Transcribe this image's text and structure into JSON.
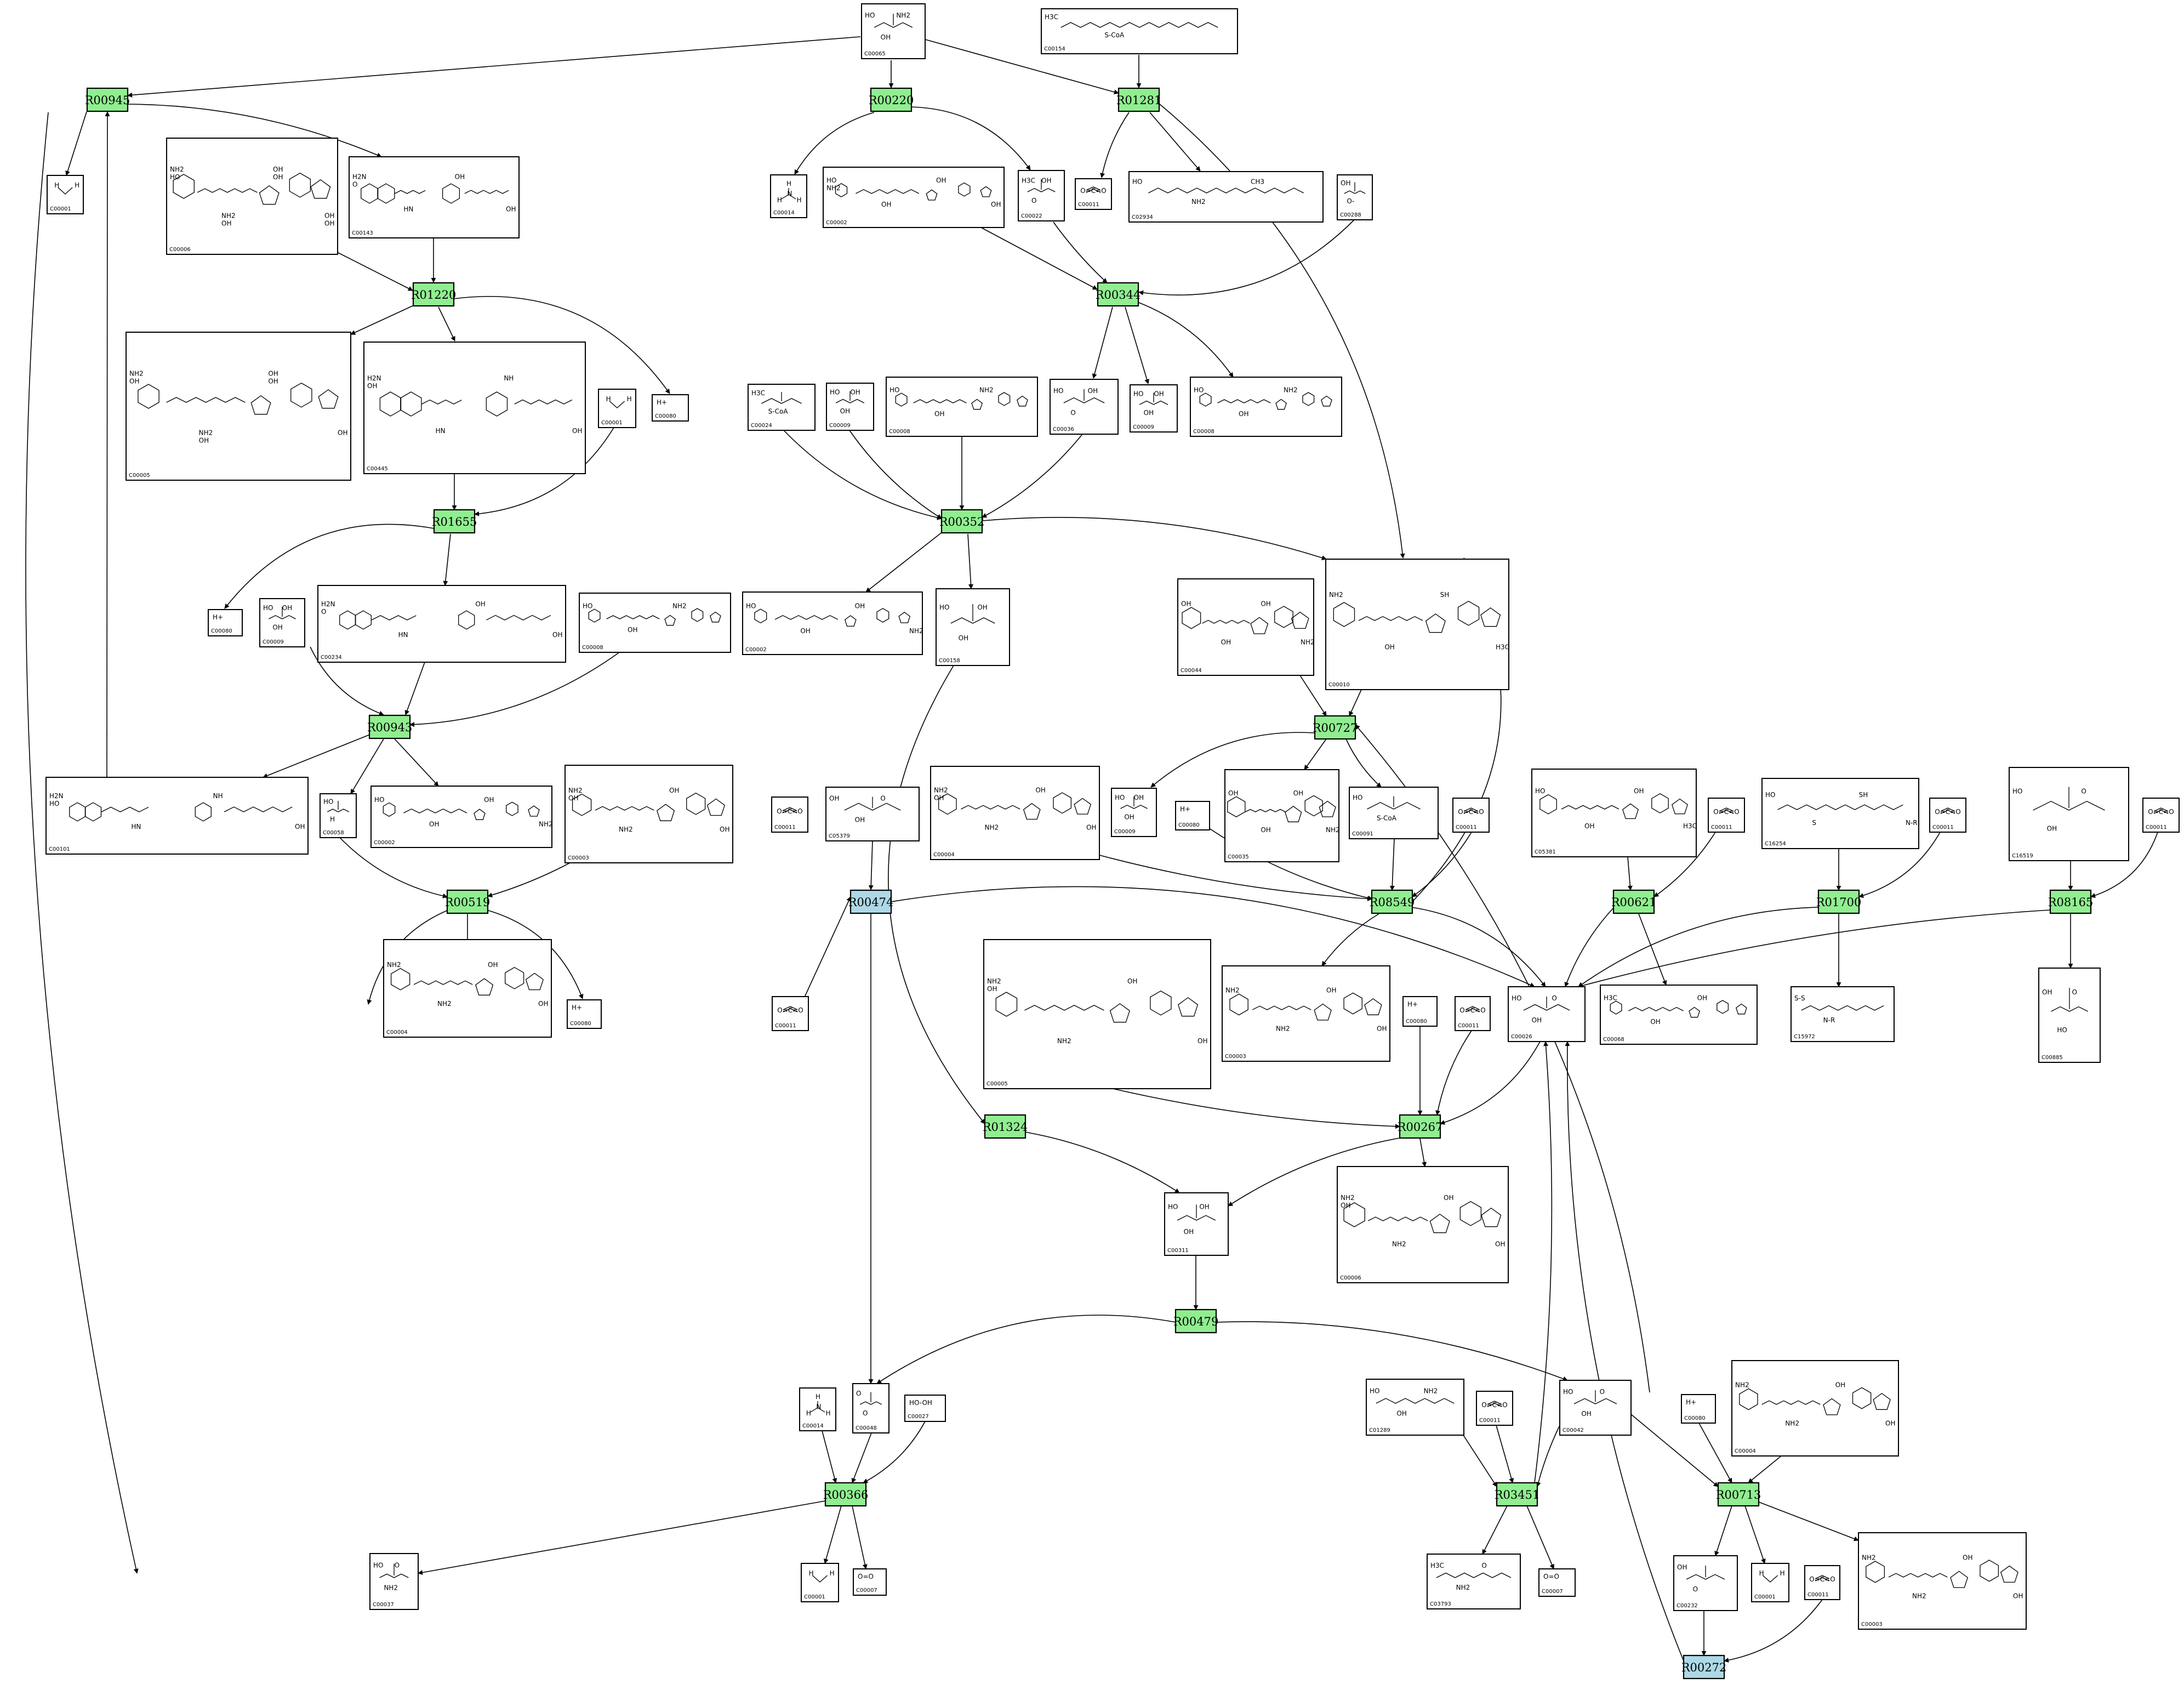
{
  "colors": {
    "reaction": "#90ee90",
    "reaction_alt": "#add8e6",
    "border": "#000000",
    "background": "#ffffff"
  },
  "reactions": [
    {
      "id": "R00945",
      "alt": false
    },
    {
      "id": "R00220",
      "alt": false
    },
    {
      "id": "R01281",
      "alt": false
    },
    {
      "id": "R01220",
      "alt": false
    },
    {
      "id": "R00344",
      "alt": false
    },
    {
      "id": "R01655",
      "alt": false
    },
    {
      "id": "R00352",
      "alt": false
    },
    {
      "id": "R00943",
      "alt": false
    },
    {
      "id": "R00727",
      "alt": false
    },
    {
      "id": "R00519",
      "alt": false
    },
    {
      "id": "R00474",
      "alt": true
    },
    {
      "id": "R08549",
      "alt": false
    },
    {
      "id": "R00621",
      "alt": false
    },
    {
      "id": "R01700",
      "alt": false
    },
    {
      "id": "R08165",
      "alt": false
    },
    {
      "id": "R01324",
      "alt": false
    },
    {
      "id": "R00267",
      "alt": false
    },
    {
      "id": "R00479",
      "alt": false
    },
    {
      "id": "R00366",
      "alt": false
    },
    {
      "id": "R03451",
      "alt": false
    },
    {
      "id": "R00713",
      "alt": false
    },
    {
      "id": "R00272",
      "alt": true
    }
  ],
  "compounds": [
    {
      "key": "c_serine",
      "id": "C00065",
      "text": [
        "HO",
        "OH",
        "NH2"
      ]
    },
    {
      "key": "c_palm",
      "id": "C00154",
      "text": [
        "H3C",
        "S-CoA"
      ]
    },
    {
      "key": "c_water1",
      "id": "C00001",
      "text": [
        "H",
        "H"
      ]
    },
    {
      "key": "c_nadp1",
      "id": "C00006",
      "text": [
        "NH2",
        "NH2",
        "OH",
        "OH",
        "HO",
        "OH",
        "OH",
        "OH"
      ]
    },
    {
      "key": "c_thf_top",
      "id": "C00143",
      "text": [
        "H2N",
        "HN",
        "OH",
        "OH",
        "O"
      ]
    },
    {
      "key": "c_nh3_1",
      "id": "C00014",
      "text": [
        "H",
        "N",
        "H",
        "H"
      ]
    },
    {
      "key": "c_atp1",
      "id": "C00002",
      "text": [
        "HO",
        "OH",
        "OH",
        "OH",
        "NH2"
      ]
    },
    {
      "key": "c_pyr1",
      "id": "C00022",
      "text": [
        "H3C",
        "O",
        "OH"
      ]
    },
    {
      "key": "c_co2_1",
      "id": "C00011",
      "text": [
        "O=C=O"
      ]
    },
    {
      "key": "c_kds",
      "id": "C02934",
      "text": [
        "HO",
        "NH2",
        "CH3"
      ]
    },
    {
      "key": "c_hco3",
      "id": "C00288",
      "text": [
        "OH",
        "O-"
      ]
    },
    {
      "key": "c_nad1",
      "id": "C00005",
      "text": [
        "NH2",
        "NH2",
        "OH",
        "OH",
        "OH",
        "OH",
        "OH"
      ]
    },
    {
      "key": "c_mthf",
      "id": "C00445",
      "text": [
        "H2N",
        "HN",
        "NH",
        "OH",
        "OH"
      ]
    },
    {
      "key": "c_water2",
      "id": "C00001",
      "text": [
        "H",
        "H"
      ]
    },
    {
      "key": "c_h1",
      "id": "C00080",
      "text": [
        "H+"
      ]
    },
    {
      "key": "c_acetylcoa",
      "id": "C00024",
      "text": [
        "H3C",
        "S-CoA"
      ]
    },
    {
      "key": "c_pi1",
      "id": "C00009",
      "text": [
        "HO",
        "OH",
        "OH"
      ]
    },
    {
      "key": "c_adp1",
      "id": "C00008",
      "text": [
        "HO",
        "OH",
        "NH2"
      ]
    },
    {
      "key": "c_oaa1",
      "id": "C00036",
      "text": [
        "HO",
        "O",
        "OH"
      ]
    },
    {
      "key": "c_pi2",
      "id": "C00009",
      "text": [
        "HO",
        "OH",
        "OH"
      ]
    },
    {
      "key": "c_adp2",
      "id": "C00008",
      "text": [
        "HO",
        "OH",
        "NH2"
      ]
    },
    {
      "key": "c_h2",
      "id": "C00080",
      "text": [
        "H+"
      ]
    },
    {
      "key": "c_pi3",
      "id": "C00009",
      "text": [
        "HO",
        "OH",
        "OH"
      ]
    },
    {
      "key": "c_fthf",
      "id": "C00234",
      "text": [
        "H2N",
        "HN",
        "OH",
        "OH",
        "O"
      ]
    },
    {
      "key": "c_adp3",
      "id": "C00008",
      "text": [
        "HO",
        "OH",
        "NH2"
      ]
    },
    {
      "key": "c_atp2",
      "id": "C00002",
      "text": [
        "HO",
        "OH",
        "OH",
        "NH2"
      ]
    },
    {
      "key": "c_citrate1",
      "id": "C00158",
      "text": [
        "HO",
        "OH",
        "OH"
      ]
    },
    {
      "key": "c_gtp",
      "id": "C00044",
      "text": [
        "OH",
        "OH",
        "OH",
        "NH2"
      ]
    },
    {
      "key": "c_coa",
      "id": "C00010",
      "text": [
        "NH2",
        "OH",
        "SH",
        "H3C"
      ]
    },
    {
      "key": "c_thf",
      "id": "C00101",
      "text": [
        "H2N",
        "HN",
        "NH",
        "OH",
        "HO"
      ]
    },
    {
      "key": "c_formate",
      "id": "C00058",
      "text": [
        "HO",
        "H"
      ]
    },
    {
      "key": "c_atp3",
      "id": "C00002",
      "text": [
        "HO",
        "OH",
        "OH",
        "NH2"
      ]
    },
    {
      "key": "c_nad2",
      "id": "C00003",
      "text": [
        "NH2",
        "NH2",
        "OH",
        "OH",
        "OH"
      ]
    },
    {
      "key": "c_co2_2",
      "id": "C00011",
      "text": [
        "O=C=O"
      ]
    },
    {
      "key": "c_oxalosucc",
      "id": "C05379",
      "text": [
        "OH",
        "OH",
        "O"
      ]
    },
    {
      "key": "c_nadh1",
      "id": "C00004",
      "text": [
        "NH2",
        "NH2",
        "OH",
        "OH",
        "OH"
      ]
    },
    {
      "key": "c_pi4",
      "id": "C00009",
      "text": [
        "HO",
        "OH",
        "OH"
      ]
    },
    {
      "key": "c_h3",
      "id": "C00080",
      "text": [
        "H+"
      ]
    },
    {
      "key": "c_gdp",
      "id": "C00035",
      "text": [
        "OH",
        "OH",
        "OH",
        "NH2"
      ]
    },
    {
      "key": "c_succcoa",
      "id": "C00091",
      "text": [
        "HO",
        "S-CoA"
      ]
    },
    {
      "key": "c_co2_3",
      "id": "C00011",
      "text": [
        "O=C=O"
      ]
    },
    {
      "key": "c_tpp1",
      "id": "C05381",
      "text": [
        "HO",
        "OH",
        "OH",
        "H3C"
      ]
    },
    {
      "key": "c_co2_4",
      "id": "C00011",
      "text": [
        "O=C=O"
      ]
    },
    {
      "key": "c_lipoyl",
      "id": "C16254",
      "text": [
        "HO",
        "S",
        "SH",
        "N-R"
      ]
    },
    {
      "key": "c_co2_5",
      "id": "C00011",
      "text": [
        "O=C=O"
      ]
    },
    {
      "key": "c_c16519",
      "id": "C16519",
      "text": [
        "HO",
        "OH",
        "O"
      ]
    },
    {
      "key": "c_co2_6",
      "id": "C00011",
      "text": [
        "O=C=O"
      ]
    },
    {
      "key": "c_co2_7",
      "id": "C00011",
      "text": [
        "O=C=O"
      ]
    },
    {
      "key": "c_nadh2",
      "id": "C00004",
      "text": [
        "NH2",
        "NH2",
        "OH",
        "OH"
      ]
    },
    {
      "key": "c_h4",
      "id": "C00080",
      "text": [
        "H+"
      ]
    },
    {
      "key": "c_nadp2",
      "id": "C00005",
      "text": [
        "NH2",
        "NH2",
        "OH",
        "OH",
        "OH"
      ]
    },
    {
      "key": "c_nad3",
      "id": "C00003",
      "text": [
        "NH2",
        "NH2",
        "OH",
        "OH"
      ]
    },
    {
      "key": "c_h5",
      "id": "C00080",
      "text": [
        "H+"
      ]
    },
    {
      "key": "c_co2_8",
      "id": "C00011",
      "text": [
        "O=C=O"
      ]
    },
    {
      "key": "c_akg",
      "id": "C00026",
      "text": [
        "HO",
        "OH",
        "O"
      ]
    },
    {
      "key": "c_tpp2",
      "id": "C00068",
      "text": [
        "H3C",
        "OH",
        "OH"
      ]
    },
    {
      "key": "c_dihydrolipoyl",
      "id": "C15972",
      "text": [
        "S-S",
        "N-R"
      ]
    },
    {
      "key": "c_c00885",
      "id": "C00885",
      "text": [
        "OH",
        "HO",
        "O"
      ]
    },
    {
      "key": "c_isocitrate",
      "id": "C00311",
      "text": [
        "HO",
        "OH",
        "OH"
      ]
    },
    {
      "key": "c_nadp3",
      "id": "C00006",
      "text": [
        "NH2",
        "NH2",
        "OH",
        "OH",
        "OH"
      ]
    },
    {
      "key": "c_nh3_2",
      "id": "C00014",
      "text": [
        "H",
        "N",
        "H",
        "H"
      ]
    },
    {
      "key": "c_glyox",
      "id": "C00048",
      "text": [
        "O",
        "O"
      ]
    },
    {
      "key": "c_h2o2",
      "id": "C00027",
      "text": [
        "HO-OH"
      ]
    },
    {
      "key": "c_c01289",
      "id": "C01289",
      "text": [
        "HO",
        "OH",
        "NH2"
      ]
    },
    {
      "key": "c_co2_9",
      "id": "C00011",
      "text": [
        "O=C=O"
      ]
    },
    {
      "key": "c_succinate",
      "id": "C00042",
      "text": [
        "HO",
        "OH",
        "O"
      ]
    },
    {
      "key": "c_h6",
      "id": "C00080",
      "text": [
        "H+"
      ]
    },
    {
      "key": "c_nadh3",
      "id": "C00004",
      "text": [
        "NH2",
        "NH2",
        "OH",
        "OH"
      ]
    },
    {
      "key": "c_glycine",
      "id": "C00037",
      "text": [
        "HO",
        "NH2",
        "O"
      ]
    },
    {
      "key": "c_water3",
      "id": "C00001",
      "text": [
        "H",
        "H"
      ]
    },
    {
      "key": "c_o2_1",
      "id": "C00007",
      "text": [
        "O=O"
      ]
    },
    {
      "key": "c_c03793",
      "id": "C03793",
      "text": [
        "H3C",
        "NH2",
        "O"
      ]
    },
    {
      "key": "c_o2_2",
      "id": "C00007",
      "text": [
        "O=O"
      ]
    },
    {
      "key": "c_ssa",
      "id": "C00232",
      "text": [
        "OH",
        "O"
      ]
    },
    {
      "key": "c_water4",
      "id": "C00001",
      "text": [
        "H",
        "H"
      ]
    },
    {
      "key": "c_co2_10",
      "id": "C00011",
      "text": [
        "O=C=O"
      ]
    },
    {
      "key": "c_nad4",
      "id": "C00003",
      "text": [
        "NH2",
        "NH2",
        "OH",
        "OH"
      ]
    }
  ]
}
